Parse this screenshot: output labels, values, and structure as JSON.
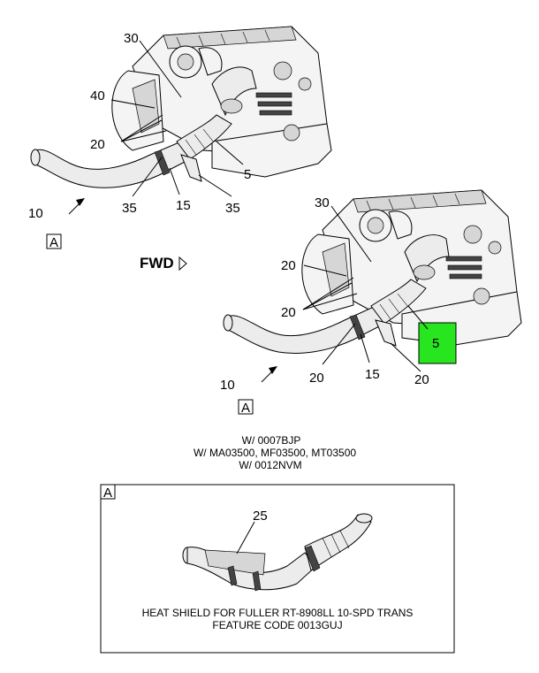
{
  "callouts_upper": {
    "c30": "30",
    "c40": "40",
    "c20": "20",
    "c5": "5",
    "c10": "10",
    "c35a": "35",
    "c15": "15",
    "c35b": "35",
    "view_a": "A"
  },
  "fwd_label": "FWD",
  "callouts_lower": {
    "c30": "30",
    "c20a": "20",
    "c20b": "20",
    "c5": "5",
    "c10": "10",
    "c20c": "20",
    "c15": "15",
    "c20d": "20",
    "view_a": "A"
  },
  "condition_lines": [
    "W/ 0007BJP",
    "W/ MA03500, MF03500, MT03500",
    "W/ 0012NVM"
  ],
  "detail_box": {
    "view_label": "A",
    "callout": "25",
    "caption_lines": [
      "HEAT SHIELD FOR FULLER RT-8908LL 10-SPD TRANS",
      "FEATURE CODE 0013GUJ"
    ]
  },
  "highlight_color": "#27e61f"
}
